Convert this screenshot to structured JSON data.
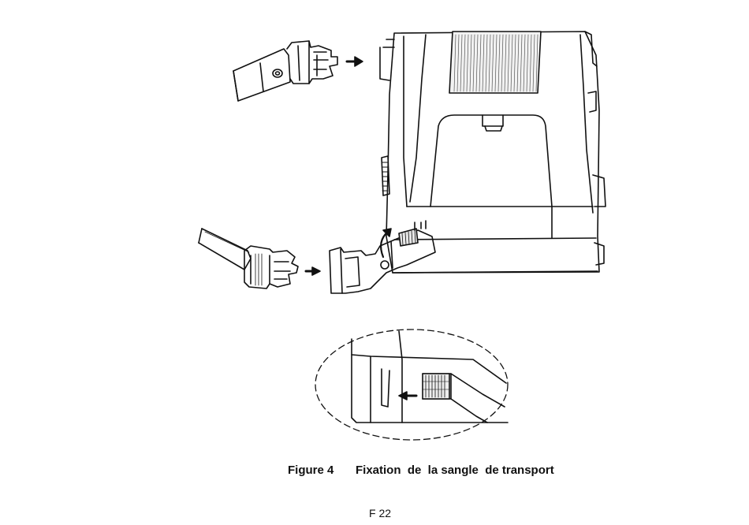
{
  "figure": {
    "label": "Figure 4",
    "title": "Fixation  de  la sangle  de transport"
  },
  "page": {
    "number": "F 22"
  },
  "colors": {
    "ink": "#111111",
    "paper": "#ffffff"
  }
}
